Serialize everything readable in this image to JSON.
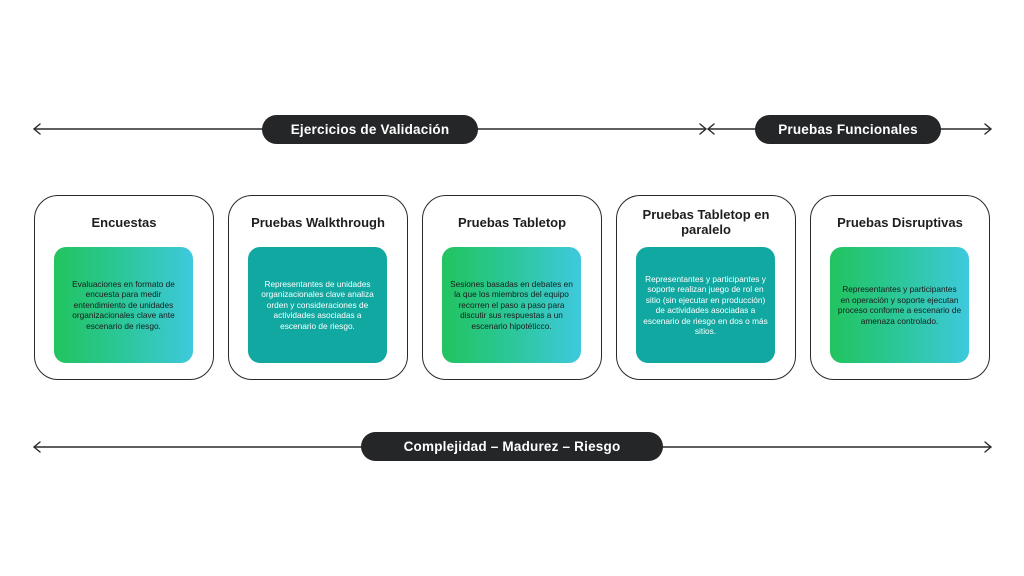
{
  "colors": {
    "pill_bg": "#252628",
    "line": "#2a2a2a",
    "gradient_start": "#21c45f",
    "gradient_end": "#3ec9dd",
    "teal": "#10a8a0"
  },
  "top_bar": {
    "validation_label": "Ejercicios de Validación",
    "functional_label": "Pruebas Funcionales"
  },
  "cards": [
    {
      "title": "Encuestas",
      "style": "gradient",
      "description": "Evaluaciones en formato de encuesta para medir entendimiento de unidades organizacionales clave ante escenario de riesgo."
    },
    {
      "title": "Pruebas Walkthrough",
      "style": "teal",
      "description": "Representantes de unidades organizacionales clave analiza orden y consideraciones de actividades asociadas a escenario de riesgo."
    },
    {
      "title": "Pruebas Tabletop",
      "style": "gradient",
      "description": "Sesiones basadas en debates en la que los miembros del equipo recorren el paso a paso para discutir sus respuestas a un escenario hipotéticco."
    },
    {
      "title": "Pruebas Tabletop en paralelo",
      "style": "teal",
      "description": "Representantes y participantes y soporte realizan juego de rol en sitio (sin ejecutar en producción) de actividades asociadas a escenario de riesgo en dos o más sitios."
    },
    {
      "title": "Pruebas Disruptivas",
      "style": "gradient",
      "description": "Representantes y participantes en operación y soporte ejecutan proceso conforme a escenario de amenaza controlado."
    }
  ],
  "bottom_bar": {
    "label": "Complejidad – Madurez – Riesgo"
  }
}
